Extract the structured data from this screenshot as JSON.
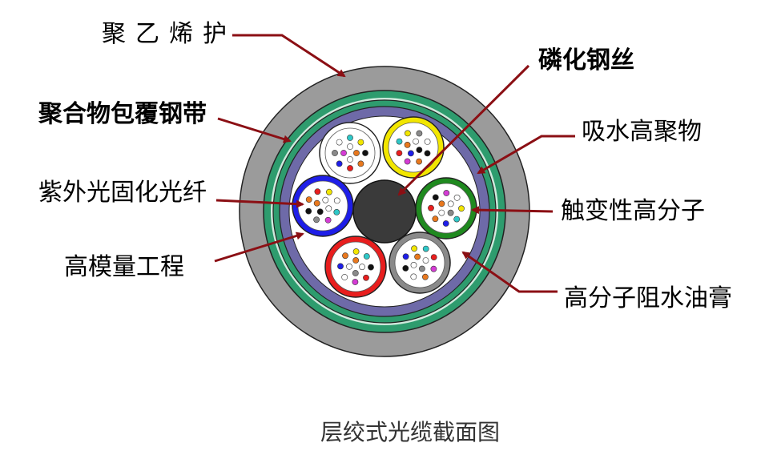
{
  "labels": {
    "pe_sheath": "聚乙烯护",
    "steel_tape": "聚合物包覆钢带",
    "uv_fiber": "紫外光固化光纤",
    "hm_tube": "高模量工程",
    "phosphate_wire": "磷化钢丝",
    "water_polymer": "吸水高聚物",
    "thixotropic": "触变性高分子",
    "water_gel": "高分子阻水油膏"
  },
  "caption": "层绞式光缆截面图",
  "colors": {
    "outer_sheath": "#9b9b9b",
    "armor_green": "#2e9c6e",
    "water_blocking": "#6e6aa8",
    "central_member": "#3a3a3a",
    "arrow": "#8b0f14",
    "tube_white": "#ffffff",
    "tube_yellow": "#f2e600",
    "tube_green": "#1f8a1f",
    "tube_gray": "#8a8a8a",
    "tube_red": "#e81e1e",
    "tube_blue": "#1e1ee8"
  },
  "tubes": [
    {
      "name": "white-tube",
      "ring": "#ffffff",
      "fibers": [
        "#111111",
        "#e8781e",
        "#e81e1e",
        "#1e1ee8",
        "#8a8a8a",
        "#ffffff",
        "#2fc7c7",
        "#f2e600",
        "#e8781e",
        "#ffffff",
        "#d43cd4",
        "#ffffff"
      ]
    },
    {
      "name": "yellow-tube",
      "ring": "#f2e600",
      "fibers": [
        "#111111",
        "#e8781e",
        "#d43cd4",
        "#e81e1e",
        "#2fc7c7",
        "#f2e600",
        "#8a8a8a",
        "#ffffff",
        "#111111",
        "#1e1ee8",
        "#e8781e",
        "#ffffff"
      ]
    },
    {
      "name": "green-tube",
      "ring": "#1f8a1f",
      "fibers": [
        "#2fc7c7",
        "#1e1ee8",
        "#e8781e",
        "#e81e1e",
        "#111111",
        "#d43cd4",
        "#ffffff",
        "#f2e600",
        "#8a8a8a",
        "#ffffff",
        "#e8781e",
        "#ffffff"
      ]
    },
    {
      "name": "gray-tube",
      "ring": "#8a8a8a",
      "fibers": [
        "#e8781e",
        "#ffffff",
        "#111111",
        "#1e1ee8",
        "#f2e600",
        "#2fc7c7",
        "#e81e1e",
        "#d43cd4",
        "#8a8a8a",
        "#ffffff",
        "#e8781e",
        "#ffffff"
      ]
    },
    {
      "name": "red-tube",
      "ring": "#e81e1e",
      "fibers": [
        "#d43cd4",
        "#ffffff",
        "#1e1ee8",
        "#e8781e",
        "#f2e600",
        "#2fc7c7",
        "#111111",
        "#e81e1e",
        "#8a8a8a",
        "#ffffff",
        "#e8781e",
        "#ffffff"
      ]
    },
    {
      "name": "blue-tube",
      "ring": "#1e1ee8",
      "fibers": [
        "#8a8a8a",
        "#111111",
        "#e8781e",
        "#e81e1e",
        "#f2e600",
        "#ffffff",
        "#2fc7c7",
        "#d43cd4",
        "#111111",
        "#e8781e",
        "#ffffff",
        "#ffffff"
      ]
    }
  ]
}
